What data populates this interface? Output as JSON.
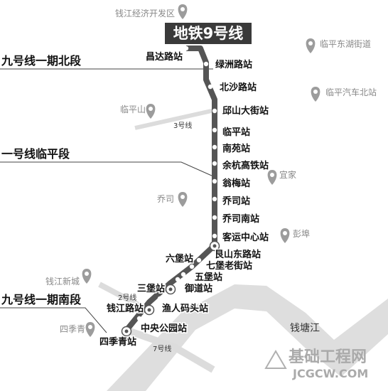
{
  "title": "地铁9号线",
  "river": "钱塘江",
  "sections": {
    "north": "九号线一期北段",
    "linping": "一号线临平段",
    "south": "九号线一期南段"
  },
  "line_refs": {
    "line3": "3号线",
    "line2": "2号线",
    "line7": "7号线"
  },
  "stations": [
    {
      "name": "昌达路站"
    },
    {
      "name": "绿洲路站"
    },
    {
      "name": "北沙路站"
    },
    {
      "name": "邱山大街站"
    },
    {
      "name": "临平站"
    },
    {
      "name": "南苑站"
    },
    {
      "name": "余杭高铁站"
    },
    {
      "name": "翁梅站"
    },
    {
      "name": "乔司站"
    },
    {
      "name": "乔司南站"
    },
    {
      "name": "客运中心站"
    },
    {
      "name": "艮山东路站"
    },
    {
      "name": "六堡站"
    },
    {
      "name": "七堡老街站"
    },
    {
      "name": "五堡站"
    },
    {
      "name": "御道站"
    },
    {
      "name": "三堡站"
    },
    {
      "name": "渔人码头站"
    },
    {
      "name": "钱江路站"
    },
    {
      "name": "中央公园站"
    },
    {
      "name": "四季青站"
    }
  ],
  "places": [
    {
      "name": "钱江经济开发区"
    },
    {
      "name": "临平东湖街道"
    },
    {
      "name": "临平汽车北站"
    },
    {
      "name": "临平山"
    },
    {
      "name": "宜家"
    },
    {
      "name": "乔司"
    },
    {
      "name": "彭埠"
    },
    {
      "name": "钱江新城"
    },
    {
      "name": "四季青"
    }
  ],
  "watermark": {
    "cn": "基础工程网",
    "en": "JCGCW.COM"
  },
  "colors": {
    "line": "#555555",
    "track_light": "#d8d8d8",
    "label_box": "#3a3a3a",
    "pin": "#999999"
  }
}
